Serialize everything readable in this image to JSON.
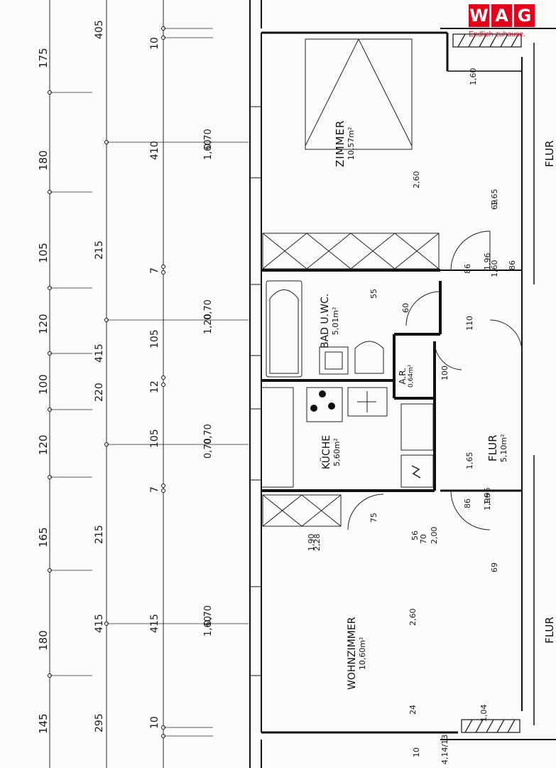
{
  "logo": {
    "letters": [
      "W",
      "A",
      "G"
    ],
    "tagline": "Endlich zuhause.",
    "color": "#e2001a"
  },
  "rooms": {
    "zimmer": {
      "name": "ZIMMER",
      "area": "10,57m²"
    },
    "bad": {
      "name": "BAD U.WC.",
      "area": "5,01m²"
    },
    "ar": {
      "name": "A.R.",
      "area": "0,64m²"
    },
    "kueche": {
      "name": "KÜCHE",
      "area": "5,60m²"
    },
    "flur": {
      "name": "FLUR",
      "area": "5,10m²"
    },
    "wohnzimmer": {
      "name": "WOHNZIMMER",
      "area": "10,60m²"
    },
    "flur_right_1": {
      "name": "FLUR"
    },
    "flur_right_2": {
      "name": "FLUR"
    }
  },
  "dims_outer": [
    "175",
    "180",
    "105",
    "120",
    "100",
    "120",
    "165",
    "180",
    "145"
  ],
  "dims_second": [
    "405",
    "415",
    "215",
    "220",
    "215",
    "415",
    "295"
  ],
  "dims_third": [
    "10",
    "410",
    "7",
    "105",
    "12",
    "105",
    "7",
    "415",
    "10"
  ],
  "window_labels": [
    "0,70",
    "1,60",
    "0,70",
    "1,20",
    "0,70",
    "0,70",
    "0,70",
    "1,60"
  ],
  "inner_dims": [
    "1,60",
    "2,60",
    "1,65",
    "1,60",
    "1,96",
    "86",
    "55",
    "60",
    "86",
    "110",
    "100",
    "75",
    "56",
    "1,96",
    "86",
    "1,96",
    "2,28",
    "1,90",
    "70",
    "2,00",
    "1,65",
    "2,60",
    "24",
    "1,04",
    "69",
    "69",
    "10",
    "4,14/13"
  ]
}
